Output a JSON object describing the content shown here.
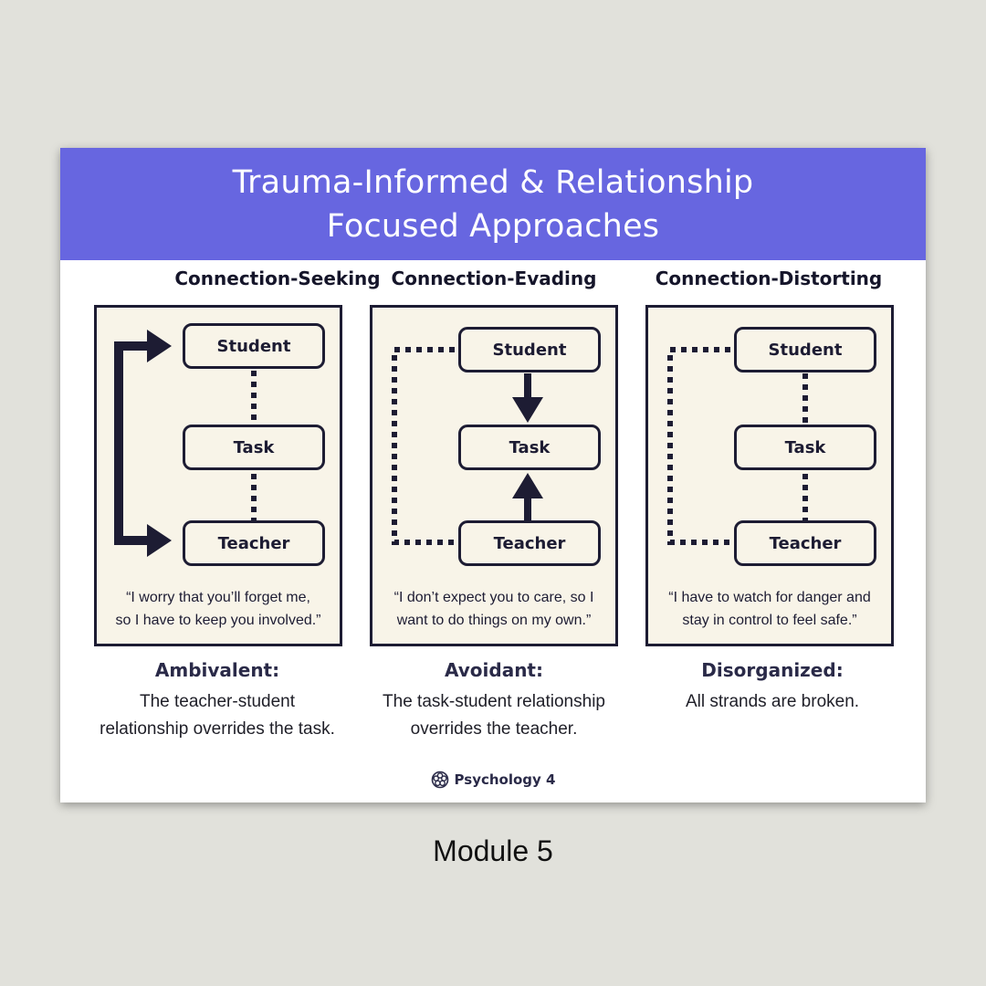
{
  "card": {
    "title_line1": "Trauma-Informed & Relationship",
    "title_line2": "Focused Approaches",
    "colors": {
      "banner": "#6766e0",
      "diagram_bg": "#f8f4e8",
      "ink": "#1d1c33"
    },
    "columns": [
      {
        "heading": "Connection-Seeking",
        "nodes": [
          "Student",
          "Task",
          "Teacher"
        ],
        "quote_line1": "“I worry that you’ll forget me,",
        "quote_line2": "so I have to keep you involved.”",
        "style_name": "Ambivalent:",
        "desc_line1": "The teacher-student",
        "desc_line2": "relationship overrides the task."
      },
      {
        "heading": "Connection-Evading",
        "nodes": [
          "Student",
          "Task",
          "Teacher"
        ],
        "quote_line1": "“I don’t expect you to care, so I",
        "quote_line2": "want to do things on my own.”",
        "style_name": "Avoidant:",
        "desc_line1": "The task-student relationship",
        "desc_line2": "overrides the teacher."
      },
      {
        "heading": "Connection-Distorting",
        "nodes": [
          "Student",
          "Task",
          "Teacher"
        ],
        "quote_line1": "“I have to watch for danger and",
        "quote_line2": "stay in control to feel safe.”",
        "style_name": "Disorganized:",
        "desc_line1": "All strands are broken.",
        "desc_line2": ""
      }
    ],
    "brand": {
      "icon": "flower-logo-icon",
      "name": "Psychology 4"
    }
  },
  "caption": "Module 5"
}
